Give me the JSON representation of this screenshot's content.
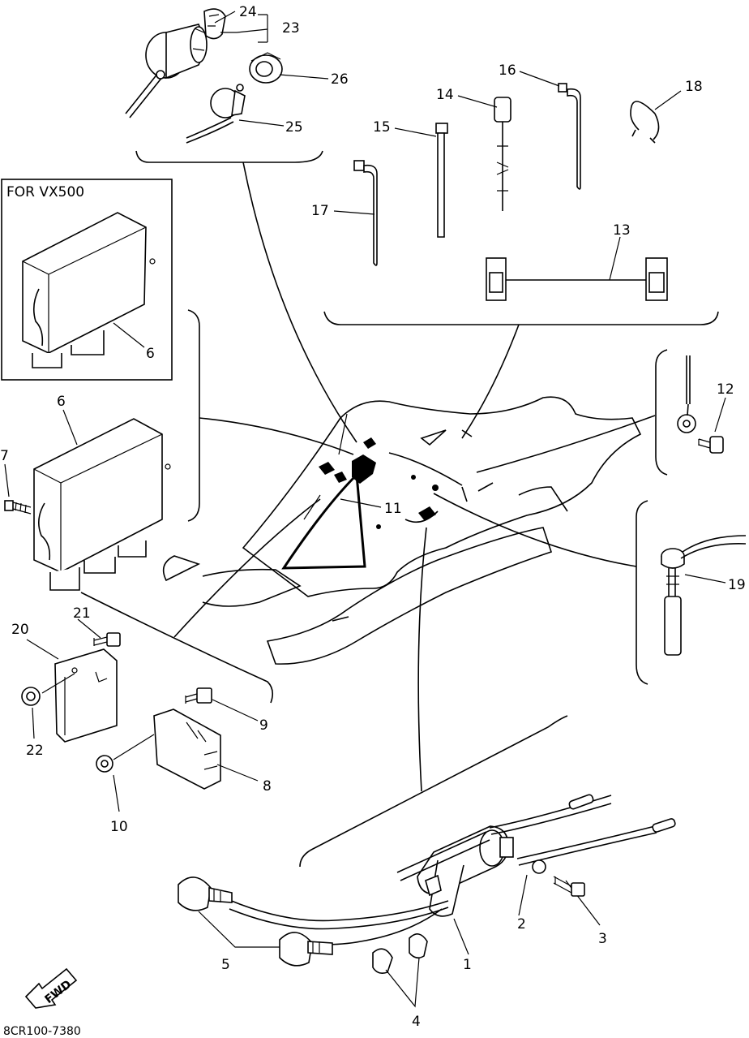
{
  "diagram": {
    "code": "8CR100-7380",
    "inset_title": "FOR VX500",
    "fwd_label": "FWD",
    "callouts": {
      "c1": "1",
      "c2": "2",
      "c3": "3",
      "c4": "4",
      "c5": "5",
      "c6a": "6",
      "c6b": "6",
      "c7": "7",
      "c8": "8",
      "c9": "9",
      "c10": "10",
      "c11": "11",
      "c12": "12",
      "c13": "13",
      "c14": "14",
      "c15": "15",
      "c16": "16",
      "c17": "17",
      "c18": "18",
      "c19": "19",
      "c20": "20",
      "c21": "21",
      "c22": "22",
      "c23": "23",
      "c24": "24",
      "c25": "25",
      "c26": "26"
    }
  }
}
